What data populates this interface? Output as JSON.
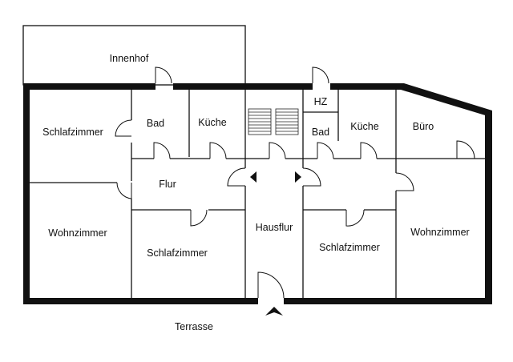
{
  "plan": {
    "courtyard": "Innenhof",
    "terrace": "Terrasse",
    "rooms": {
      "left_bedroom_top": "Schlafzimmer",
      "left_bath": "Bad",
      "left_kitchen": "Küche",
      "left_hall": "Flur",
      "left_living": "Wohnzimmer",
      "left_bedroom_bottom": "Schlafzimmer",
      "stair_hall": "Hausflur",
      "boiler": "HZ",
      "right_bath": "Bad",
      "right_kitchen": "Küche",
      "office": "Büro",
      "right_living": "Wohnzimmer",
      "right_bedroom": "Schlafzimmer"
    }
  }
}
